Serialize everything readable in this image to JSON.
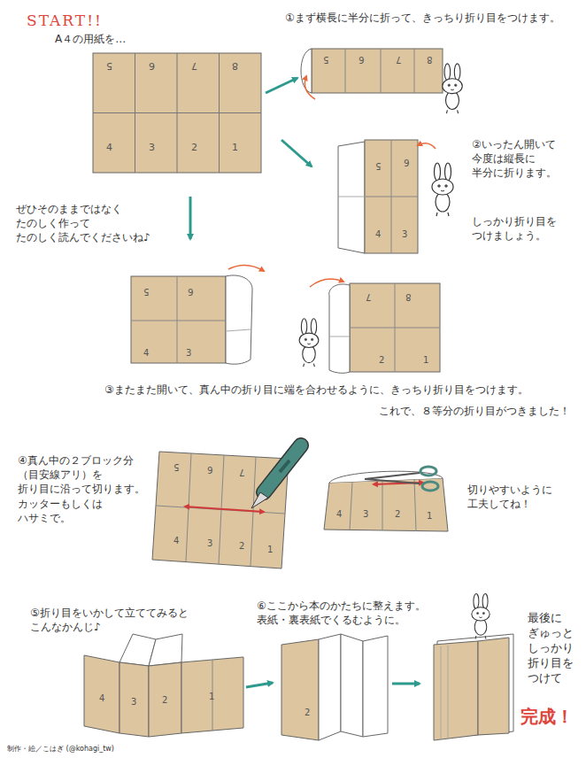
{
  "diagram": {
    "labels": [
      "START!!",
      "A４の用紙を…",
      "①まず横長に半分に折って、きっちり折り目をつけます。",
      "5",
      "6",
      "7",
      "8",
      "4",
      "3",
      "2",
      "1",
      "5",
      "6",
      "7",
      "8",
      "②いったん開いて 今度は縦長に 半分に折ります。",
      "しっかり折り目を つけましょう。",
      "5",
      "6",
      "4",
      "3",
      "ぜひそのままではなく たのしく作って たのしく読んでくださいね♪",
      "5",
      "6",
      "4",
      "3",
      "7",
      "8",
      "2",
      "1",
      "③またまた開いて、真ん中の折り目に端を合わせるように、きっちり折り目をつけます。",
      "これで、８等分の折り目がつきました！",
      "④真ん中の２ブロック分 （目安線アリ）を 折り目に沿って切ります。 カッターもしくは ハサミで。",
      "5",
      "6",
      "7",
      "4",
      "3",
      "2",
      "1",
      "4",
      "3",
      "2",
      "1",
      "切りやすいように 工夫してね！",
      "⑤折り目をいかして立ててみると こんなかんじ♪",
      "4",
      "3",
      "2",
      "1",
      "⑥ここから本のかたちに整えます。 表紙・裏表紙でくるむように。",
      "2",
      "最後に ぎゅっと しっかり 折り目を つけて",
      "完成！",
      "制作・絵／こはぎ (@kohagi_tw)"
    ]
  }
}
